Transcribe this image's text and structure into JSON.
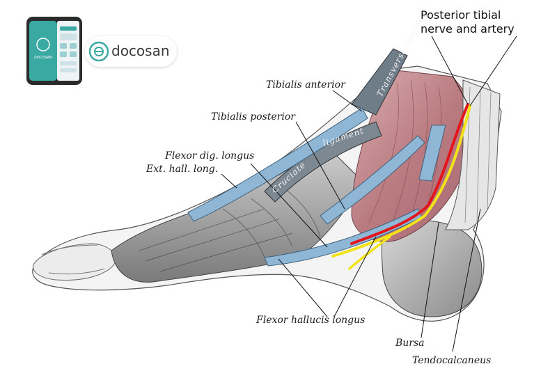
{
  "brand": {
    "name": "docosan",
    "phone_title": "DOCOSAN",
    "accent": "#3aa9a2"
  },
  "callouts": {
    "line1": "Posterior tibial",
    "line2": "nerve and artery"
  },
  "labels": {
    "tibialis_anterior": "Tibialis anterior",
    "tibialis_posterior": "Tibialis posterior",
    "flexor_dig_longus": "Flexor dig. longus",
    "ext_hall_long": "Ext. hall. long.",
    "flexor_hallucis_longus": "Flexor hallucis longus",
    "bursa": "Bursa",
    "tendocalcaneus": "Tendocalcaneus"
  },
  "ligaments": {
    "transverse": "Transverse ligament",
    "cruciate_1": "Cruciate",
    "cruciate_2": "ligament"
  },
  "colors": {
    "artery": "#e3141b",
    "nerve": "#f2e21a",
    "tendon": "#8fb6d4",
    "muscle": "#c58c8c"
  }
}
